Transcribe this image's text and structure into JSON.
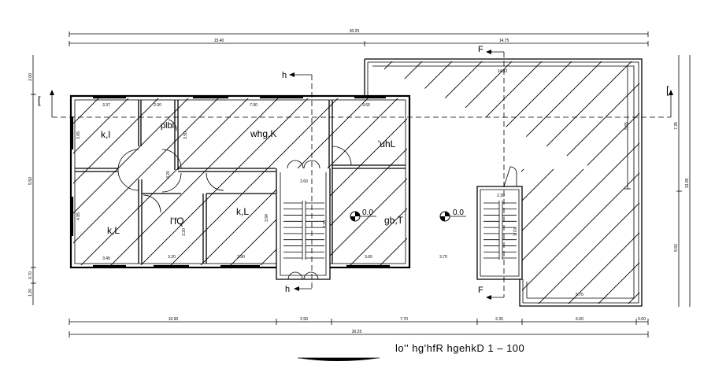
{
  "drawing": {
    "title": "lo'' hg'hfR hgehkD 1  –  100",
    "rooms": {
      "k_l_top": "k,l",
      "plbl": "plbl",
      "whgk": "whg,K",
      "uhl": "'uhL",
      "k_L_left": "k,L",
      "lfq": "l'fQ",
      "k_L_mid": "k,L",
      "gbt": "gb,T"
    },
    "levels": [
      "0.0",
      "0.0"
    ],
    "section_marks": {
      "h_top": "h",
      "h_bottom": "h",
      "f_top": "F",
      "f_bottom": "F",
      "bracket_left": "[",
      "bracket_right": "["
    },
    "dimensions": {
      "top_total": "30.25",
      "top_left": "15.40",
      "top_right": "14.75",
      "terrace_top": "14.32",
      "room_w1": "3.37",
      "room_w2": "2.00",
      "room_w3": "7.90",
      "room_w4": "3.65",
      "bottom_w1": "3.45",
      "bottom_w2": "3.20",
      "bottom_w3": "3.90",
      "bottom_w4": "3.65",
      "bottom_w5": "3.70",
      "terrace_bottom": "5.70",
      "stair1": "2.60",
      "stair2": "2.30",
      "seg1": "10.90",
      "seg2": "2.90",
      "seg3": "7.70",
      "seg4": "2.35",
      "seg5": "6.00",
      "seg6": "0.60",
      "bottom_total": "30.25",
      "left_a": "2.00",
      "left_b": "5.50",
      "left_c": "0.70",
      "left_d": "1.20",
      "right_a": "7.35",
      "right_b": "13.05",
      "right_c": "5.50",
      "interior_a": "3.65",
      "interior_b": "3.50",
      "interior_c": "4.95",
      "interior_d": "3.94",
      "interior_e": "3.20",
      "interior_f": "5.65",
      "interior_g": "3.20",
      "interior_h": "4.20",
      "interior_i": "3.70"
    }
  }
}
